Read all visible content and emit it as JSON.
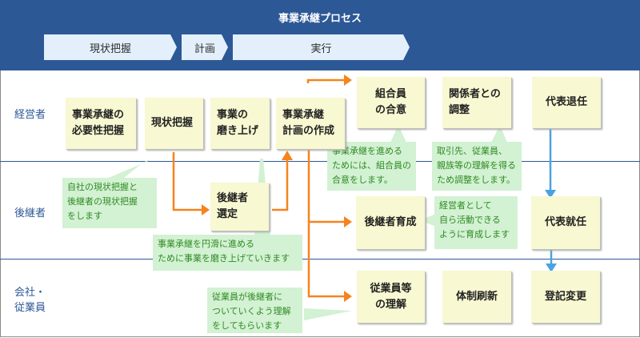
{
  "title": "事業承継プロセス",
  "phases": [
    {
      "label": "現状把握"
    },
    {
      "label": "計画"
    },
    {
      "label": "実行"
    }
  ],
  "lanes": [
    {
      "label": "経営者"
    },
    {
      "label": "後継者"
    },
    {
      "label": "会社・\n従業員",
      "line1": "会社・",
      "line2": "従業員"
    }
  ],
  "boxes": {
    "necessity": {
      "line1": "事業承継の",
      "line2": "必要性把握"
    },
    "current_state": {
      "line1": "現状把握"
    },
    "polish": {
      "line1": "事業の",
      "line2": "磨き上げ"
    },
    "plan": {
      "line1": "事業承継",
      "line2": "計画の作成"
    },
    "member_agreement": {
      "line1": "組合員",
      "line2": "の合意"
    },
    "stakeholders": {
      "line1": "関係者との",
      "line2": "調整"
    },
    "retire": {
      "line1": "代表退任"
    },
    "successor_select": {
      "line1": "後継者",
      "line2": "選定"
    },
    "successor_train": {
      "line1": "後継者育成"
    },
    "appoint": {
      "line1": "代表就任"
    },
    "employee_understanding": {
      "line1": "従業員等",
      "line2": "の理解"
    },
    "reorganize": {
      "line1": "体制刷新"
    },
    "registration": {
      "line1": "登記変更"
    }
  },
  "notes": {
    "current_state": {
      "lines": [
        "自社の現状把握と",
        "後継者の現状把握",
        "をします"
      ]
    },
    "polish": {
      "lines": [
        "事業承継を円滑に進める",
        "ために事業を磨き上げていきます"
      ]
    },
    "agreement": {
      "lines": [
        "事業承継を進める",
        "ためには、組合員の",
        "合意をします。"
      ]
    },
    "stakeholders": {
      "lines": [
        "取引先、従業員、",
        "親族等の理解を得る",
        "ため調整をします。"
      ]
    },
    "train": {
      "lines": [
        "経営者として",
        "自ら活動できる",
        "ように育成します"
      ]
    },
    "employees": {
      "lines": [
        "従業員が後継者に",
        "ついていくよう理解",
        "をしてもらいます"
      ]
    }
  },
  "colors": {
    "header": "#2c5896",
    "phase_bg": "#e3f0fc",
    "box_bg": "#f8f8d2",
    "note_bg": "#d3f1d3",
    "note_text": "#2e8b22",
    "orange_arrow": "#f5841f",
    "blue_arrow": "#4aa3e0",
    "lane_label": "#2c5896"
  }
}
